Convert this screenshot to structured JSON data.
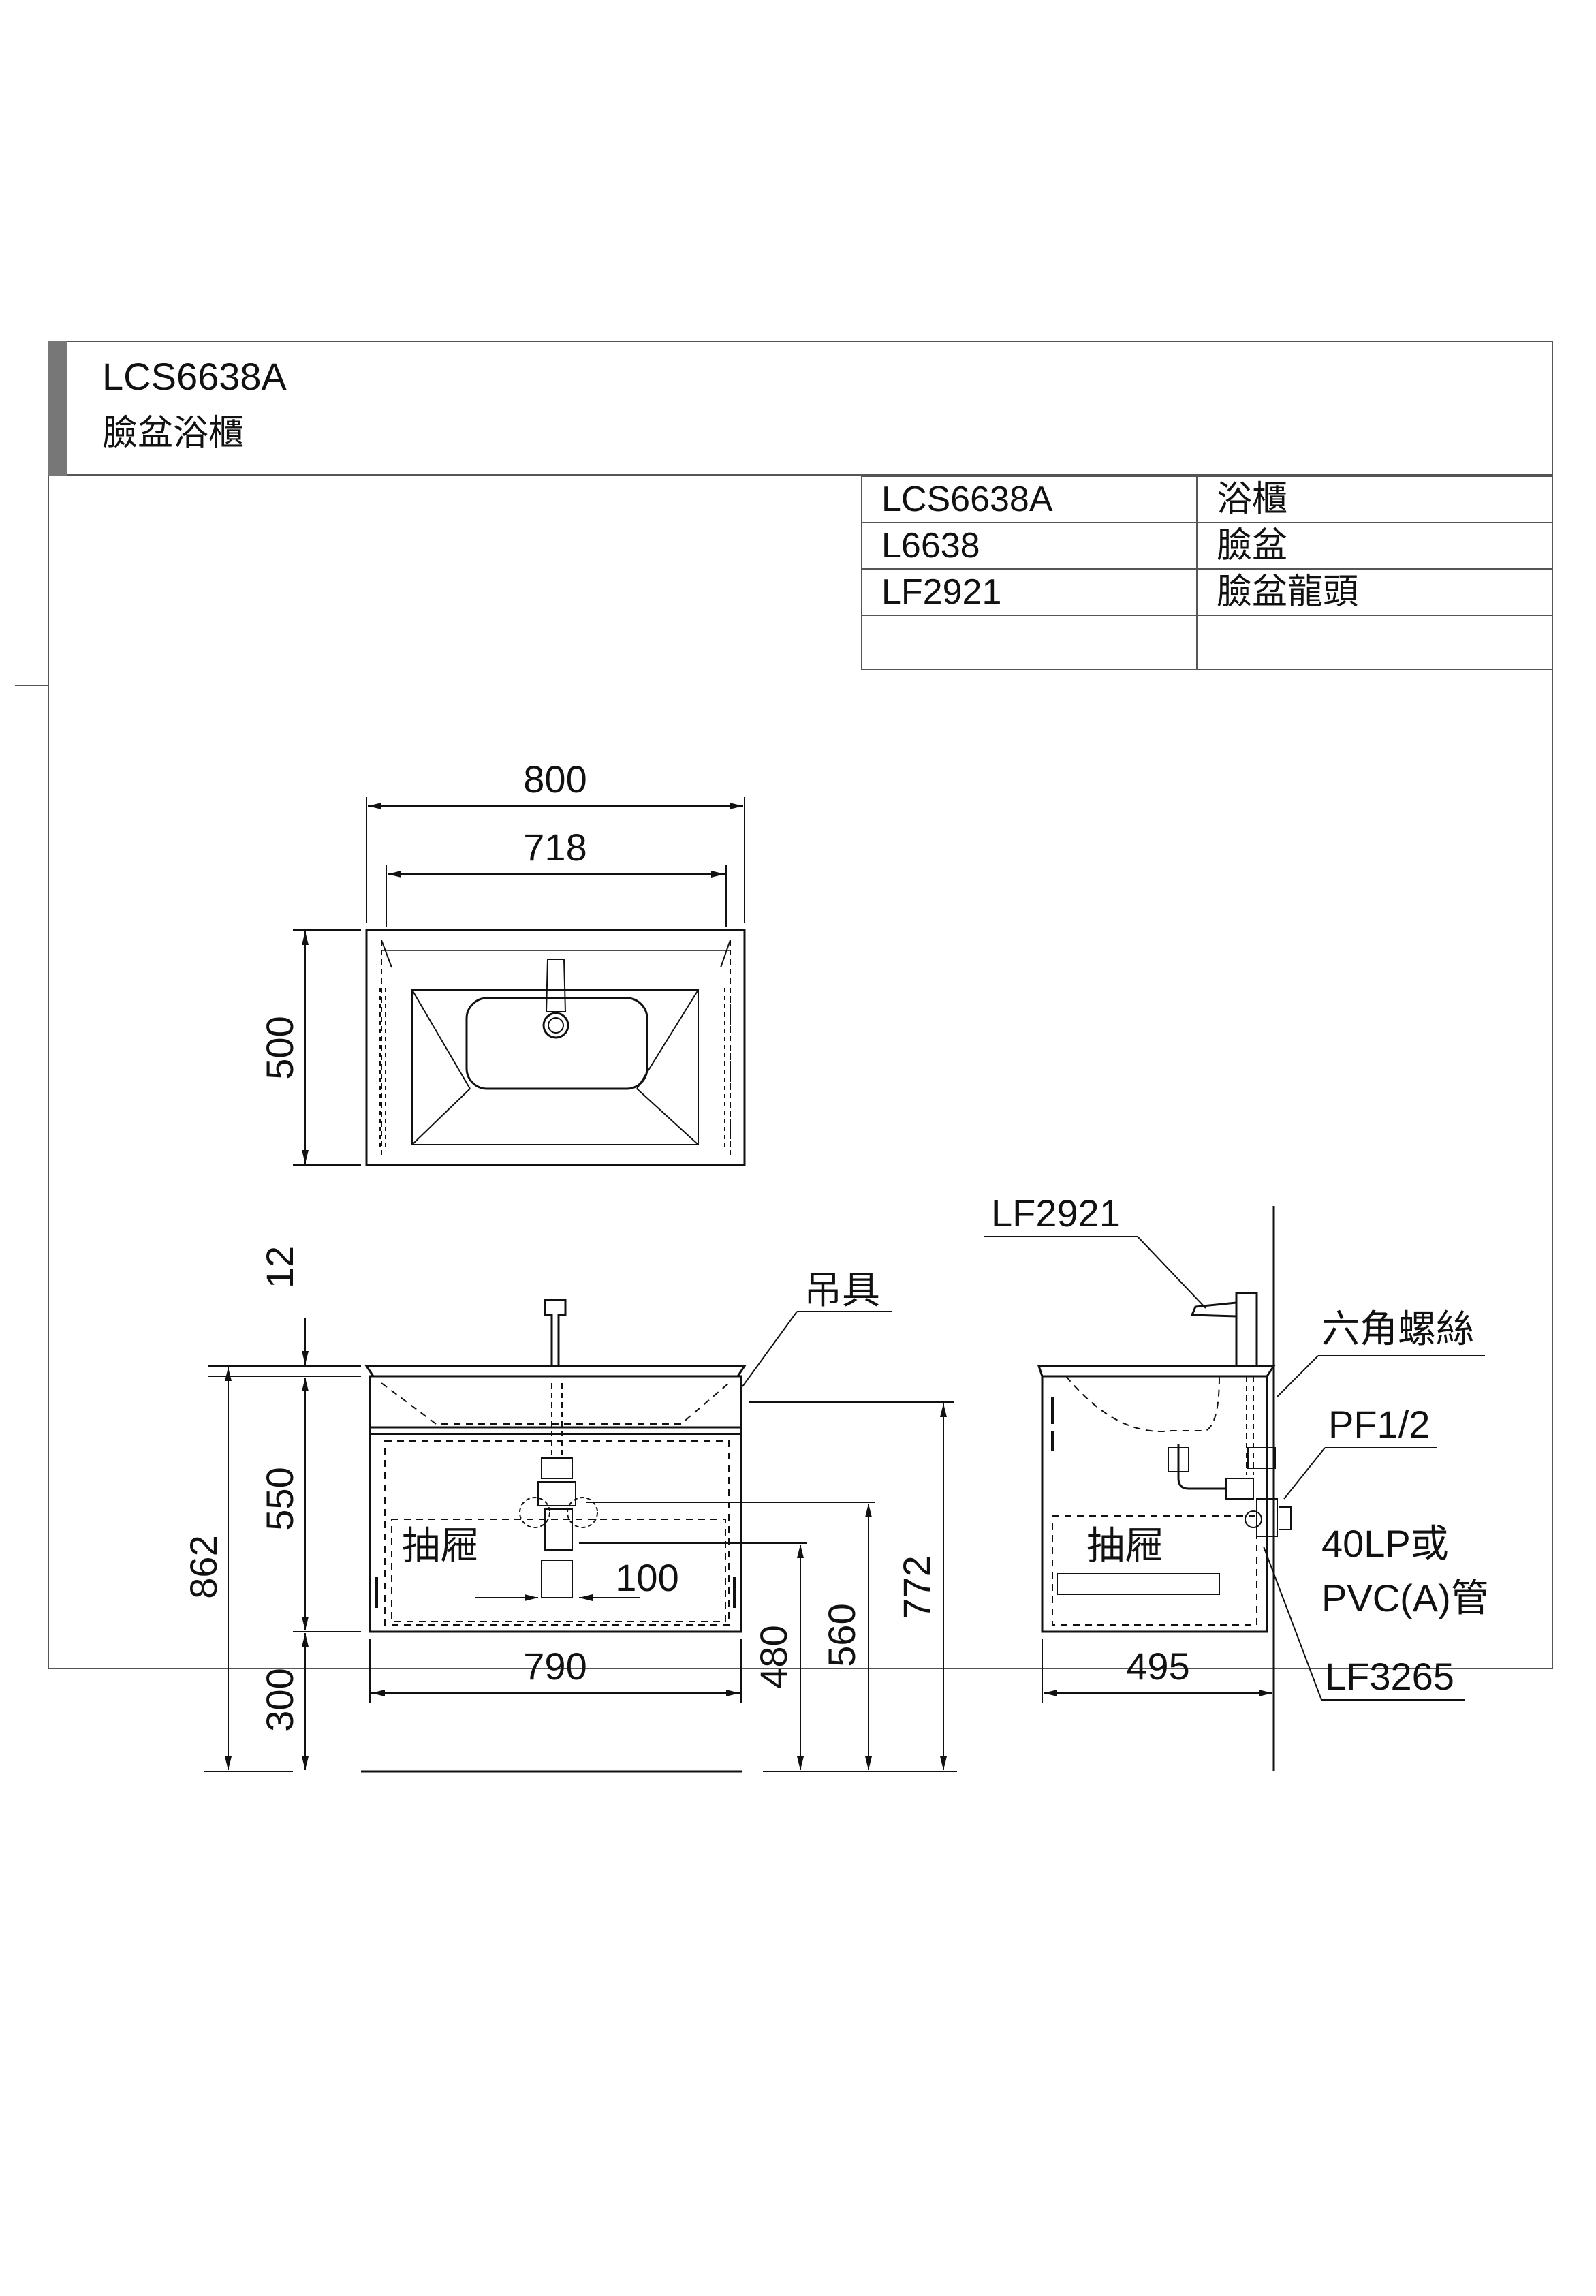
{
  "title": {
    "model": "LCS6638A",
    "name": "臉盆浴櫃"
  },
  "bom": [
    {
      "code": "LCS6638A",
      "desc": "浴櫃"
    },
    {
      "code": "L6638",
      "desc": "臉盆"
    },
    {
      "code": "LF2921",
      "desc": "臉盆龍頭"
    },
    {
      "code": "",
      "desc": ""
    }
  ],
  "dimensions": {
    "overall_width": "800",
    "basin_width": "718",
    "depth_top": "500",
    "top_thickness": "12",
    "cabinet_height": "550",
    "total_height": "862",
    "floor_gap": "300",
    "cabinet_width": "790",
    "drain_offset": "100",
    "height_480": "480",
    "height_560": "560",
    "height_772": "772",
    "side_depth": "495"
  },
  "labels": {
    "faucet": "LF2921",
    "hanger": "吊具",
    "drawer_front": "抽屜",
    "drawer_side": "抽屜",
    "hex_screw": "六角螺絲",
    "pf": "PF1/2",
    "pipe_line1": "40LP或",
    "pipe_line2": "PVC(A)管",
    "trap": "LF3265"
  }
}
